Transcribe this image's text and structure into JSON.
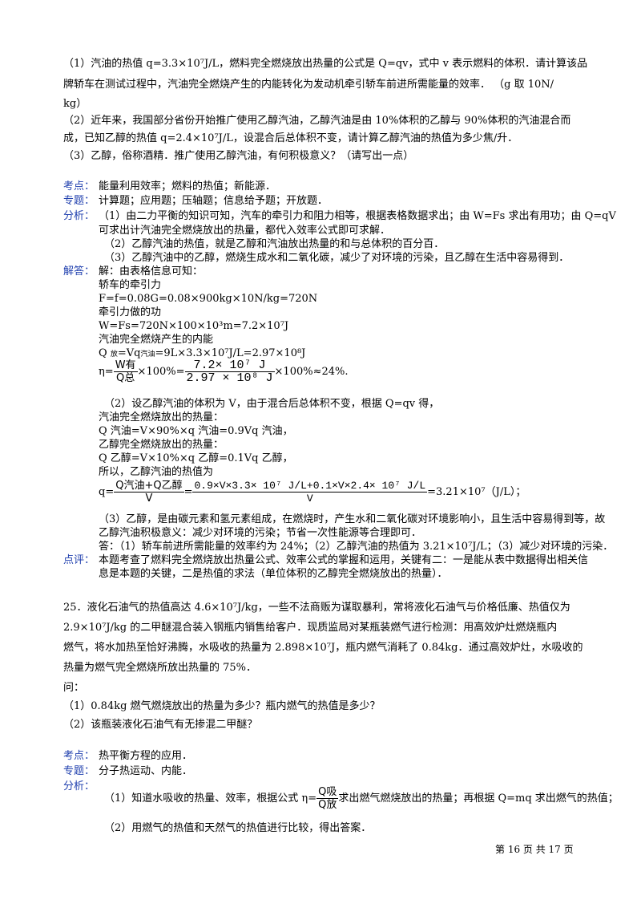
{
  "q_intro": [
    "（1）汽油的热值 q=3.3×10⁷J/L，燃料完全燃烧放出热量的公式是 Q=qv，式中 v 表示燃料的体积．请计算该品",
    "牌轿车在测试过程中，汽油完全燃烧产生的内能转化为发动机牵引轿车前进所需能量的效率． （g 取 10N/",
    "kg）",
    "（2）近年来，我国部分省份开始推广使用乙醇汽油，乙醇汽油是由 10%体积的乙醇与 90%体积的汽油混合而",
    "成，已知乙醇的热值 q=2.4×10⁷J/L，设混合后总体积不变，请计算乙醇汽油的热值为多少焦/升．",
    "（3）乙醇，俗称酒精．推广使用乙醇汽油，有何积极意义？（请写出一点）"
  ],
  "labels": {
    "kaodian": "考点：",
    "zhuanti": "专题：",
    "fenxi": "分析：",
    "jieda": "解答：",
    "dianping": "点评："
  },
  "q24": {
    "kaodian": "能量利用效率；燃料的热值；新能源．",
    "zhuanti": "计算题；应用题；压轴题；信息给予题；开放题．",
    "fenxi": [
      "（1）由二力平衡的知识可知，汽车的牵引力和阻力相等，根据表格数据求出；由 W=Fs 求出有用功；由 Q=qV",
      "可求出计汽油完全燃烧放出的热量，都代入效率公式即可求解．",
      "（2）乙醇汽油的热值，就是乙醇和汽油放出热量的和与总体积的百分百．",
      "（3）乙醇汽油中的乙醇，燃烧生成水和二氧化碳，减少了对环境的污染，且乙醇在生活中容易得到．"
    ],
    "jieda_lines": [
      "解：由表格信息可知：",
      "轿车的牵引力",
      "F=f=0.08G=0.08×900kg×10N/kg=720N",
      "牵引力做的功",
      "W=Fs=720N×100×10³m=7.2×10⁷J",
      "汽油完全燃烧产生的内能"
    ],
    "q_fang_pre": "Q",
    "q_fang_sub": "放",
    "q_fang_mid": "=Vq",
    "q_fang_sub2": "汽油",
    "q_fang_post": "=9L×3.3×10⁷J/L=2.97×10⁸J",
    "eta_pre": "η=",
    "eta_num1": "W有",
    "eta_den1": "Q总",
    "eta_mid": "×100%=",
    "eta_num2": "7.2× 10⁷ J",
    "eta_den2": "2.97 × 10⁸ J",
    "eta_post": "×100%≈24%.",
    "p2_lines": [
      "（2）设乙醇汽油的体积为 V，由于混合后总体积不变，根据 Q=qv 得，",
      "汽油完全燃烧放出的热量："
    ],
    "q_qiyou": "Q 汽油=V×90%×q 汽油=0.9Vq 汽油，",
    "yichun_label": "乙醇完全燃烧放出的热量：",
    "q_yichun": "Q 乙醇=V×10%×q 乙醇=0.1Vq 乙醇，",
    "suoyi": "所以，乙醇汽油的热值为",
    "q_eq_pre": "q=",
    "q_eq_num1": "Q汽油+Q乙醇",
    "q_eq_den1": "V",
    "q_eq_num2": "0.9×V×3.3× 10⁷ J/L+0.1×V×2.4× 10⁷ J/L",
    "q_eq_den2": "V",
    "q_eq_post": "=3.21×10⁷（J/L）；",
    "p3_lines": [
      "（3）乙醇，是由碳元素和氢元素组成，在燃烧时，产生水和二氧化碳对环境影响小，且生活中容易得到等，故",
      "乙醇汽油积极意义：减少对环境的污染；节省一次性能源等合理即可．",
      "答：（1）轿车前进所需能量的效率约为 24%；（2）乙醇汽油的热值为 3.21×10⁷J/L；（3）减少对环境的污染．"
    ],
    "dianping": [
      "本题考查了燃料完全燃烧放出热量公式、效率公式的掌握和运用，关键有二：一是能从表中数据得出相关信",
      "息是本题的关键，二是热值的求法（单位体积的乙醇完全燃烧放出的热量）．"
    ]
  },
  "q25": {
    "stem": [
      "25．液化石油气的热值高达 4.6×10⁷J/kg，一些不法商贩为谋取暴利，常将液化石油气与价格低廉、热值仅为",
      "2.9×10⁷J/kg 的二甲醚混合装入钢瓶内销售给客户．现质监局对某瓶装燃气进行检测：用高效炉灶燃烧瓶内",
      "燃气，将水加热至恰好沸腾，水吸收的热量为 2.898×10⁷J，瓶内燃气消耗了 0.84kg．通过高效炉灶，水吸收的",
      "热量为燃气完全燃烧所放出热量的 75%．",
      "问：",
      "（1）0.84kg 燃气燃烧放出的热量为多少？瓶内燃气的热值是多少？",
      "（2）该瓶装液化石油气有无掺混二甲醚？"
    ],
    "kaodian": "热平衡方程的应用．",
    "zhuanti": "分子热运动、内能．",
    "fenxi1_pre": "（1）知道水吸收的热量、效率，根据公式 η=",
    "fenxi1_num": "Q吸",
    "fenxi1_den": "Q放",
    "fenxi1_post": "求出燃气燃烧放出的热量；再根据 Q=mq 求出燃气的热值；",
    "fenxi2": "（2）用燃气的热值和天然气的热值进行比较，得出答案．"
  },
  "footer": "第 16 页 共 17 页"
}
